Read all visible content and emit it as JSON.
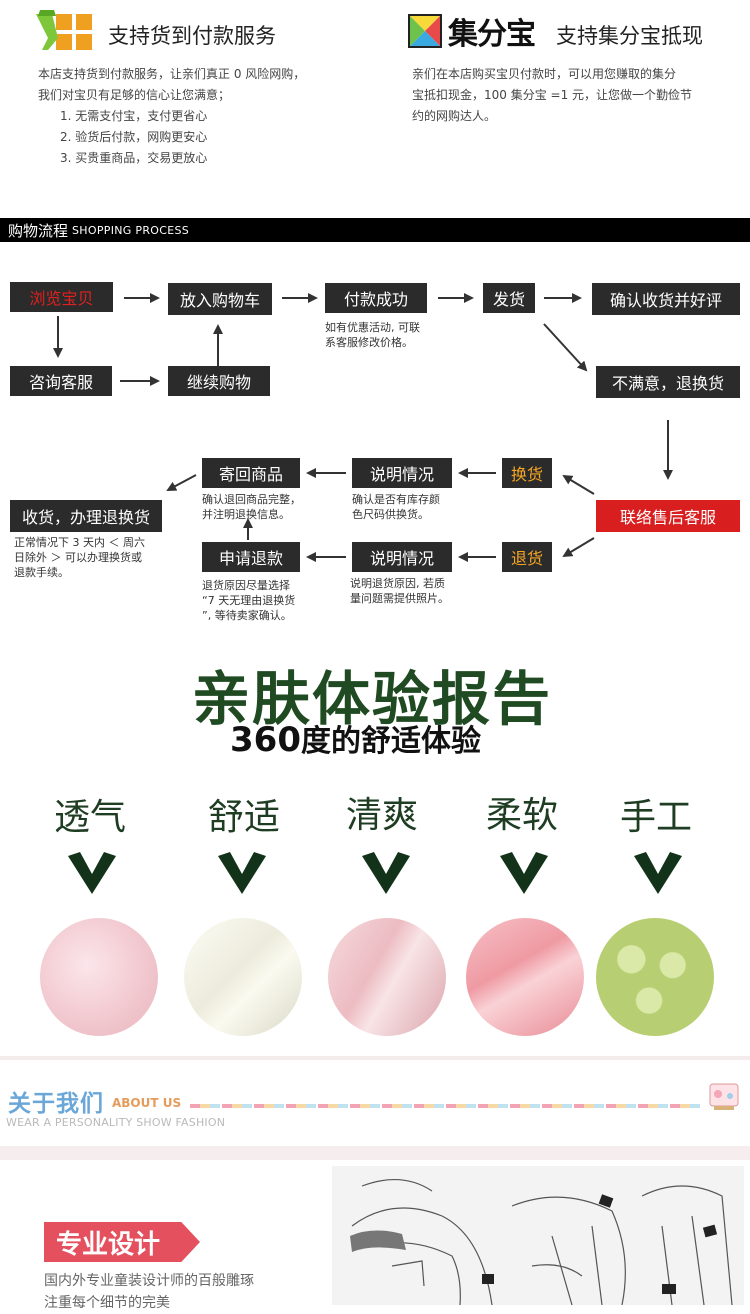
{
  "cod": {
    "title": "支持货到付款服务",
    "text1": "本店支持货到付款服务，让亲们真正 0 风险网购，",
    "text2": "我们对宝贝有足够的信心让您满意；",
    "items": [
      "1. 无需支付宝，支付更省心",
      "2. 验货后付款，网购更安心",
      "3. 买贵重商品，交易更放心"
    ]
  },
  "jifenbao": {
    "logo_text": "集分宝",
    "title": "支持集分宝抵现",
    "text1": "亲们在本店购买宝贝付款时，可以用您赚取的集分",
    "text2": "宝抵扣现金，100 集分宝 =1 元，让您做一个勤俭节",
    "text3": "约的网购达人。"
  },
  "process_bar": {
    "zh": "购物流程",
    "en": "SHOPPING PROCESS"
  },
  "flow": {
    "browse": "浏览宝贝",
    "add_cart": "放入购物车",
    "pay_ok": "付款成功",
    "ship": "发货",
    "confirm": "确认收货并好评",
    "consult": "咨询客服",
    "continue": "继续购物",
    "unsatisfied": "不满意，退换货",
    "contact_after": "联络售后客服",
    "exchange": "换货",
    "refund": "退货",
    "explain1": "说明情况",
    "explain2": "说明情况",
    "return_goods": "寄回商品",
    "apply_refund": "申请退款",
    "receive": "收货，办理退换货",
    "note_pay_1": "如有优惠活动, 可联",
    "note_pay_2": "系客服修改价格。",
    "note_return_1": "确认退回商品完整，",
    "note_return_2": "并注明退换信息。",
    "note_exch_1": "确认是否有库存颜",
    "note_exch_2": "色尺码供换货。",
    "note_receive_1": "正常情况下 3 天内 ＜ 周六",
    "note_receive_2": "日除外 ＞ 可以办理换货或",
    "note_receive_3": "退款手续。",
    "note_refund_1": "退货原因尽量选择",
    "note_refund_2": "“7 天无理由退换货",
    "note_refund_3": "”, 等待卖家确认。",
    "note_explain_1": "说明退货原因, 若质",
    "note_explain_2": "量问题需提供照片。"
  },
  "report": {
    "title": "亲肤体验报告",
    "sub_num": "360",
    "sub_text": "度的舒适体验",
    "features": [
      "透气",
      "舒适",
      "清爽",
      "柔软",
      "手工"
    ]
  },
  "about": {
    "zh": "关于我们",
    "en": "ABOUT US",
    "sub": "WEAR A PERSONALITY SHOW FASHION"
  },
  "design": {
    "tag": "专业设计",
    "text1": "国内外专业童装设计师的百般雕琢",
    "text2": "注重每个细节的完美"
  },
  "colors": {
    "accent_red": "#d81e1e",
    "green": "#1f4a22",
    "orange": "#f5a623"
  }
}
